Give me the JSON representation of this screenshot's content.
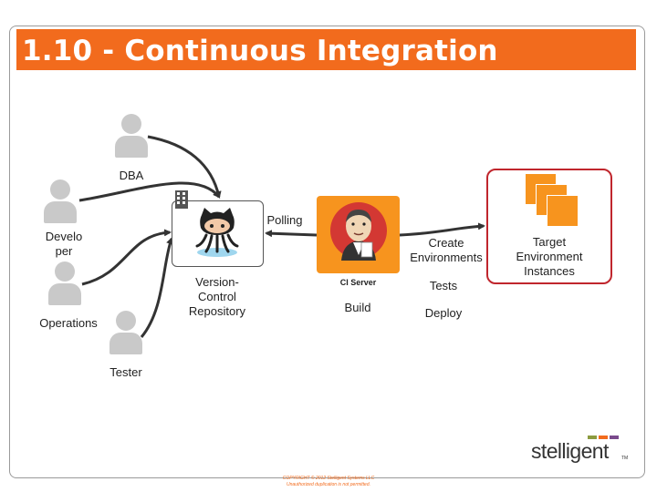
{
  "slide": {
    "title": "1.10 - Continuous Integration",
    "copyright_line1": "COPYRIGHT © 2012 Stelligent Systems LLC",
    "copyright_line2": "Unauthorized duplication is not permitted."
  },
  "people": {
    "dba": "DBA",
    "developer_line1": "Develo",
    "developer_line2": "per",
    "operations": "Operations",
    "tester": "Tester"
  },
  "repository": {
    "line1": "Version-",
    "line2": "Control",
    "line3": "Repository"
  },
  "ci": {
    "polling": "Polling",
    "server_label": "CI Server",
    "build": "Build"
  },
  "actions": {
    "create_line1": "Create",
    "create_line2": "Environments",
    "tests": "Tests",
    "deploy": "Deploy"
  },
  "target": {
    "line1": "Target",
    "line2": "Environment",
    "line3": "Instances"
  },
  "brand": {
    "logo_text": "stelligent",
    "tm": "TM",
    "colors": [
      "#8c9b3f",
      "#f26b1d",
      "#7a4a8c"
    ]
  },
  "colors": {
    "title_bar": "#f26b1d",
    "ci_box": "#f7941e",
    "target_border": "#c0262d"
  },
  "icons": {
    "person": "person-icon",
    "repository": "github-octocat-icon",
    "repo_badge": "building-icon",
    "ci_server": "jenkins-butler-icon",
    "target": "stacked-instances-icon"
  }
}
